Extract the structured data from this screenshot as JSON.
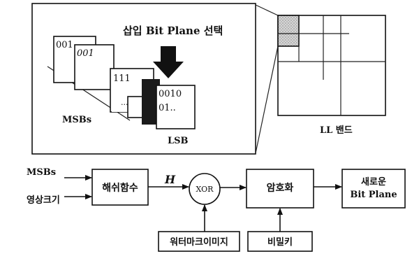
{
  "top": {
    "insert_title": "삽입 Bit Plane 선택",
    "bits": [
      "001",
      "001",
      "111",
      "0010",
      "01..",
      "..."
    ],
    "msbs_label": "MSBs",
    "lsb_label": "LSB",
    "ll_band_label": "LL 밴드"
  },
  "flow": {
    "input_msbs": "MSBs",
    "input_size": "영상크기",
    "hash_box": "해쉬함수",
    "h_label": "H",
    "xor_label": "XOR",
    "encrypt_box": "암호화",
    "output_line1": "새로운",
    "output_line2": "Bit Plane",
    "watermark_box": "워터마크이미지",
    "secret_key_box": "비밀키"
  },
  "colors": {
    "ink": "#111111",
    "dark_block": "#1a1a1a",
    "ll_fill": "#c8c8c8"
  }
}
